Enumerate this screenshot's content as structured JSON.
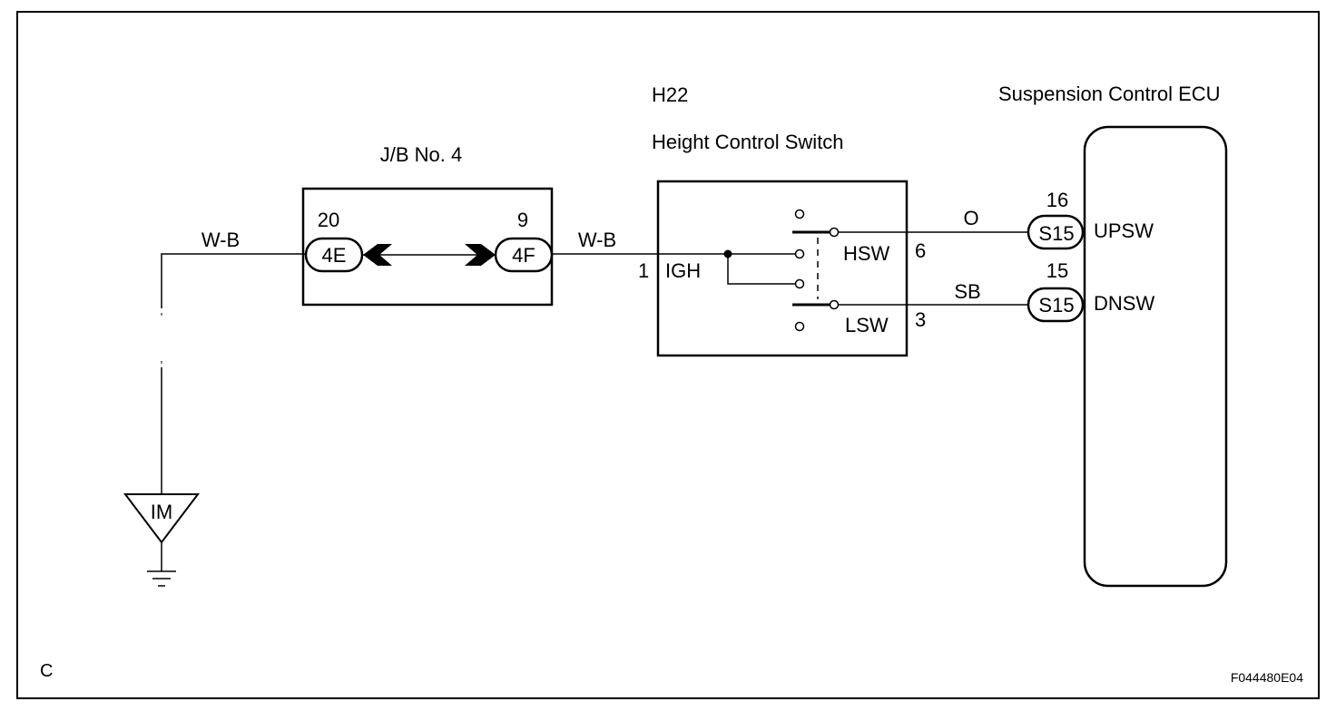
{
  "corner_label": "C",
  "figure_code": "F044480E04",
  "junction_block": {
    "title": "J/B No. 4",
    "left_pin": "20",
    "left_connector": "4E",
    "right_pin": "9",
    "right_connector": "4F"
  },
  "switch": {
    "code": "H22",
    "title": "Height Control Switch",
    "igh_pin": "1",
    "igh_label": "IGH",
    "hsw_label": "HSW",
    "hsw_pin": "6",
    "lsw_label": "LSW",
    "lsw_pin": "3"
  },
  "ecu": {
    "title": "Suspension Control ECU",
    "up_pin": "16",
    "up_connector": "S15",
    "up_label": "UPSW",
    "down_pin": "15",
    "down_connector": "S15",
    "down_label": "DNSW"
  },
  "wires": {
    "ground_lead": "W-B",
    "jb_to_switch": "W-B",
    "hsw_to_ecu": "O",
    "lsw_to_ecu": "SB"
  },
  "ground": {
    "label": "IM"
  }
}
